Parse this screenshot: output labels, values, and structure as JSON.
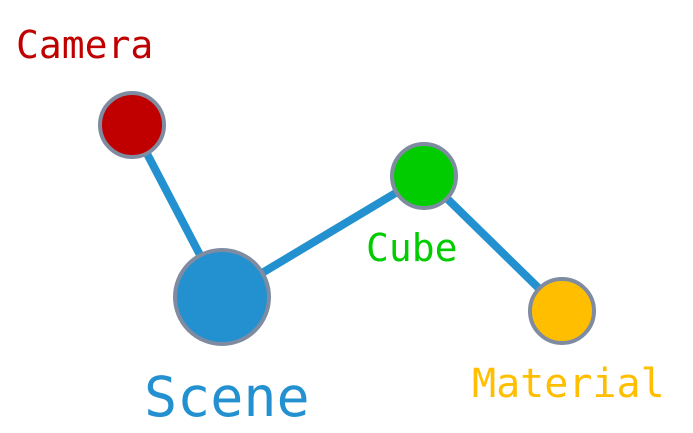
{
  "nodes": [
    {
      "id": "camera",
      "label": "Camera",
      "color": "#c00000"
    },
    {
      "id": "scene",
      "label": "Scene",
      "color": "#2391d0"
    },
    {
      "id": "cube",
      "label": "Cube",
      "color": "#00cc00"
    },
    {
      "id": "material",
      "label": "Material",
      "color": "#ffbf00"
    }
  ],
  "edges": [
    {
      "from": "camera",
      "to": "scene"
    },
    {
      "from": "scene",
      "to": "cube"
    },
    {
      "from": "cube",
      "to": "material"
    }
  ],
  "style": {
    "edge_color": "#2391d0",
    "node_stroke": "#7f8ba0"
  }
}
